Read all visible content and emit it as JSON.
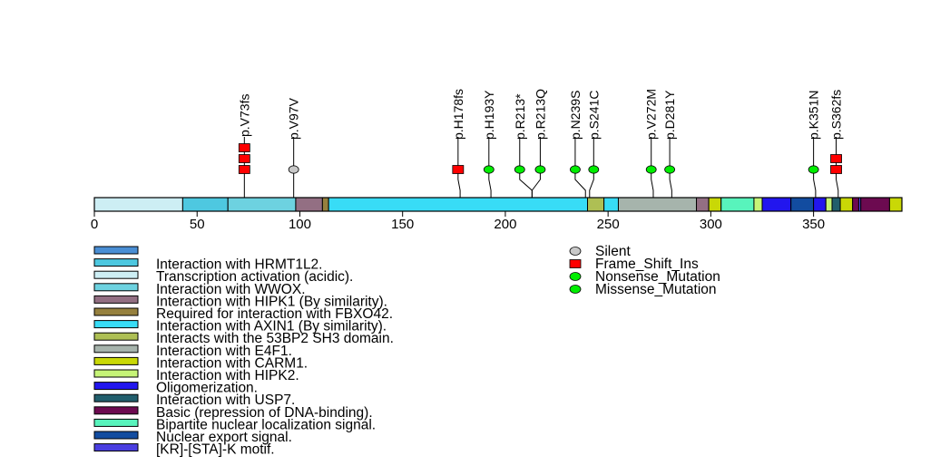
{
  "chart_data": {
    "type": "lollipop",
    "title": "",
    "xlabel": "",
    "ylabel": "",
    "protein_length": 393,
    "xlim": [
      0,
      393
    ],
    "x_ticks": [
      0,
      50,
      100,
      150,
      200,
      250,
      300,
      350
    ],
    "x_tick_labels": [
      "0",
      "50",
      "100",
      "150",
      "200",
      "250",
      "300",
      "350"
    ],
    "domains": [
      {
        "start": 0,
        "end": 43,
        "name": "Transcription activation (acidic).",
        "color": "#cdeef4"
      },
      {
        "start": 43,
        "end": 65,
        "name": "Interaction with HRMT1L2.",
        "color": "#4ec8e0"
      },
      {
        "start": 65,
        "end": 98,
        "name": "Interaction with WWOX.",
        "color": "#6dd2e0"
      },
      {
        "start": 98,
        "end": 111,
        "name": "Interaction with HIPK1 (By similarity).",
        "color": "#936f83"
      },
      {
        "start": 111,
        "end": 114,
        "name": "Required for interaction with FBXO42.",
        "color": "#96803e"
      },
      {
        "start": 114,
        "end": 240,
        "name": "Interaction with AXIN1 (By similarity).",
        "color": "#38dcf6"
      },
      {
        "start": 240,
        "end": 248,
        "name": "Interacts with the 53BP2 SH3 domain.",
        "color": "#aebf54"
      },
      {
        "start": 248,
        "end": 255,
        "name": "Interaction with AXIN1 (By similarity).",
        "color": "#38dcf6"
      },
      {
        "start": 255,
        "end": 293,
        "name": "Interaction with E4F1.",
        "color": "#a6b4ac"
      },
      {
        "start": 293,
        "end": 299,
        "name": "Interaction with HIPK1 (By similarity).",
        "color": "#936f83"
      },
      {
        "start": 299,
        "end": 305,
        "name": "Interaction with CARM1.",
        "color": "#c9d806"
      },
      {
        "start": 305,
        "end": 321,
        "name": "Bipartite nuclear localization signal.",
        "color": "#58f4bc"
      },
      {
        "start": 321,
        "end": 325,
        "name": "Interaction with HIPK2.",
        "color": "#c6f477"
      },
      {
        "start": 325,
        "end": 339,
        "name": "Oligomerization.",
        "color": "#2216ee"
      },
      {
        "start": 339,
        "end": 350,
        "name": "Nuclear export signal.",
        "color": "#124ca0"
      },
      {
        "start": 350,
        "end": 356,
        "name": "Oligomerization.",
        "color": "#2216ee"
      },
      {
        "start": 356,
        "end": 359,
        "name": "Interaction with HIPK2.",
        "color": "#c6f477"
      },
      {
        "start": 359,
        "end": 363,
        "name": "Interaction with USP7.",
        "color": "#215e6c"
      },
      {
        "start": 363,
        "end": 369,
        "name": "Interaction with CARM1.",
        "color": "#c9d806"
      },
      {
        "start": 369,
        "end": 372,
        "name": "Basic (repression of DNA-binding).",
        "color": "#6c0a50"
      },
      {
        "start": 372,
        "end": 373,
        "name": "[KR]-[STA]-K motif.",
        "color": "#4a3ee0"
      },
      {
        "start": 373,
        "end": 387,
        "name": "Basic (repression of DNA-binding).",
        "color": "#6c0a50"
      },
      {
        "start": 387,
        "end": 393,
        "name": "Interaction with CARM1.",
        "color": "#c9d806"
      }
    ],
    "mutations": [
      {
        "label": "p.V73fs",
        "position": 73,
        "label_position": 73,
        "type": "Frame_Shift_Ins",
        "count": 3
      },
      {
        "label": "p.V97V",
        "position": 97,
        "label_position": 97,
        "type": "Silent",
        "count": 1
      },
      {
        "label": "p.H178fs",
        "position": 178,
        "label_position": 177,
        "type": "Frame_Shift_Ins",
        "count": 1
      },
      {
        "label": "p.H193Y",
        "position": 193,
        "label_position": 192,
        "type": "Missense_Mutation",
        "count": 1
      },
      {
        "label": "p.R213*",
        "position": 213,
        "label_position": 207,
        "type": "Nonsense_Mutation",
        "count": 1
      },
      {
        "label": "p.R213Q",
        "position": 213,
        "label_position": 217,
        "type": "Missense_Mutation",
        "count": 1
      },
      {
        "label": "p.N239S",
        "position": 239,
        "label_position": 234,
        "type": "Missense_Mutation",
        "count": 1
      },
      {
        "label": "p.S241C",
        "position": 241,
        "label_position": 243,
        "type": "Missense_Mutation",
        "count": 1
      },
      {
        "label": "p.V272M",
        "position": 272,
        "label_position": 271,
        "type": "Missense_Mutation",
        "count": 1
      },
      {
        "label": "p.D281Y",
        "position": 281,
        "label_position": 280,
        "type": "Missense_Mutation",
        "count": 1
      },
      {
        "label": "p.K351N",
        "position": 351,
        "label_position": 350,
        "type": "Missense_Mutation",
        "count": 1
      },
      {
        "label": "p.S362fs",
        "position": 362,
        "label_position": 361,
        "type": "Frame_Shift_Ins",
        "count": 2
      }
    ],
    "mutation_legend": [
      {
        "label": "Silent",
        "shape": "ellipse",
        "color": "#c8c8c8"
      },
      {
        "label": "Frame_Shift_Ins",
        "shape": "square",
        "color": "#ff0000"
      },
      {
        "label": "Nonsense_Mutation",
        "shape": "ellipse",
        "color": "#00ee00"
      },
      {
        "label": "Missense_Mutation",
        "shape": "ellipse",
        "color": "#00ee00"
      }
    ],
    "domain_legend": [
      {
        "label": "",
        "color": "#4a8ed4"
      },
      {
        "label": "Interaction with HRMT1L2.",
        "color": "#4ec8e0"
      },
      {
        "label": "Transcription activation (acidic).",
        "color": "#cdeef4"
      },
      {
        "label": "Interaction with WWOX.",
        "color": "#6dd2e0"
      },
      {
        "label": "Interaction with HIPK1 (By similarity).",
        "color": "#936f83"
      },
      {
        "label": "Required for interaction with FBXO42.",
        "color": "#96803e"
      },
      {
        "label": "Interaction with AXIN1 (By similarity).",
        "color": "#38dcf6"
      },
      {
        "label": "Interacts with the 53BP2 SH3 domain.",
        "color": "#aebf54"
      },
      {
        "label": "Interaction with E4F1.",
        "color": "#a6b4ac"
      },
      {
        "label": "Interaction with CARM1.",
        "color": "#c9d806"
      },
      {
        "label": "Interaction with HIPK2.",
        "color": "#c6f477"
      },
      {
        "label": "Oligomerization.",
        "color": "#2216ee"
      },
      {
        "label": "Interaction with USP7.",
        "color": "#215e6c"
      },
      {
        "label": "Basic (repression of DNA-binding).",
        "color": "#6c0a50"
      },
      {
        "label": "Bipartite nuclear localization signal.",
        "color": "#58f4bc"
      },
      {
        "label": "Nuclear export signal.",
        "color": "#124ca0"
      },
      {
        "label": "[KR]-[STA]-K motif.",
        "color": "#4a3ee0"
      }
    ]
  }
}
